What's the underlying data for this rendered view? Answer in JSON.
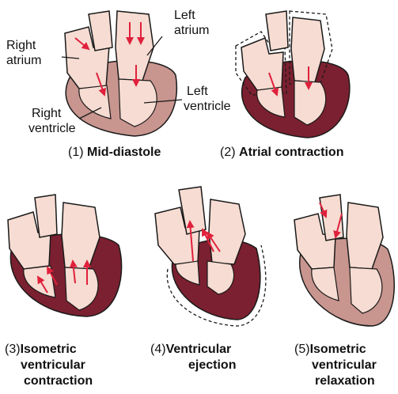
{
  "labels": {
    "left_atrium_line1": "Left",
    "left_atrium_line2": "atrium",
    "right_atrium_line1": "Right",
    "right_atrium_line2": "atrium",
    "left_ventricle_line1": "Left",
    "left_ventricle_line2": "ventricle",
    "right_ventricle_line1": "Right",
    "right_ventricle_line2": "ventricle"
  },
  "phases": [
    {
      "number": "(1)",
      "name_line1": "Mid-diastole",
      "name_line2": "",
      "name_line3": ""
    },
    {
      "number": "(2)",
      "name_line1": "Atrial contraction",
      "name_line2": "",
      "name_line3": ""
    },
    {
      "number": "(3)",
      "name_line1": "Isometric",
      "name_line2": "ventricular",
      "name_line3": "contraction"
    },
    {
      "number": "(4)",
      "name_line1": "Ventricular",
      "name_line2": "ejection",
      "name_line3": ""
    },
    {
      "number": "(5)",
      "name_line1": "Isometric",
      "name_line2": "ventricular",
      "name_line3": "relaxation"
    }
  ],
  "colors": {
    "tissue_light": "#f6dcd2",
    "tissue_mid": "#c8958f",
    "tissue_contracted": "#7b2030",
    "outline": "#1a1a1a",
    "flow_arrow": "#e0203c"
  }
}
